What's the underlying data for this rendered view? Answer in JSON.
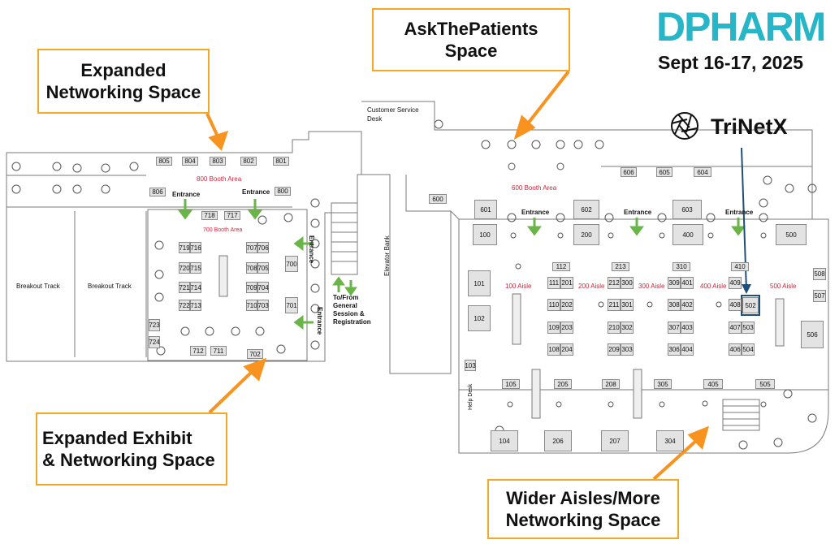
{
  "logo": {
    "brand": "DPHARM",
    "dates": "Sept 16-17, 2025",
    "sponsor": "TriNetX"
  },
  "callouts": [
    {
      "lines": [
        "Expanded",
        "Networking Space"
      ]
    },
    {
      "lines": [
        "AskThePatients",
        "Space"
      ]
    },
    {
      "lines": [
        "Expanded Exhibit",
        "& Networking Space"
      ]
    },
    {
      "lines": [
        "Wider Aisles/More",
        "Networking Space"
      ]
    }
  ],
  "rooms": {
    "breakout1": "Breakout Track",
    "breakout2": "Breakout Track",
    "customer_service": "Customer Service Desk",
    "elevator": "Elevator Bank",
    "general_session": [
      "To/From",
      "General",
      "Session &",
      "Registration"
    ],
    "help": "Help Desk"
  },
  "areas": {
    "a800": "800 Booth Area",
    "a700": "700 Booth Area",
    "a600": "600 Booth Area",
    "aisle100": "100 Aisle",
    "aisle200": "200 Aisle",
    "aisle300": "300 Aisle",
    "aisle400": "400 Aisle",
    "aisle500": "500 Aisle"
  },
  "entrances": {
    "e1": "Entrance",
    "e2": "Entrance",
    "e3": "Entrance",
    "e4": "Entrance",
    "e5": "Entrance",
    "e6": "Entrance",
    "e7": "Entrance"
  },
  "booths": {
    "b805": "805",
    "b804": "804",
    "b803": "803",
    "b802": "802",
    "b801": "801",
    "b806": "806",
    "b800": "800",
    "b718": "718",
    "b717": "717",
    "b719": "719",
    "b716": "716",
    "b720": "720",
    "b715": "715",
    "b721": "721",
    "b714": "714",
    "b722": "722",
    "b713": "713",
    "b707": "707",
    "b706": "706",
    "b708": "708",
    "b705": "705",
    "b709": "709",
    "b704": "704",
    "b710": "710",
    "b703": "703",
    "b700": "700",
    "b701": "701",
    "b723": "723",
    "b724": "724",
    "b712": "712",
    "b711": "711",
    "b702": "702",
    "b606": "606",
    "b605": "605",
    "b604": "604",
    "b600": "600",
    "b601": "601",
    "b602": "602",
    "b603": "603",
    "b100": "100",
    "b200": "200",
    "b400": "400",
    "b500": "500",
    "b112": "112",
    "b213": "213",
    "b310": "310",
    "b410": "410",
    "b101": "101",
    "b102": "102",
    "b103": "103",
    "b111": "111",
    "b201": "201",
    "b110": "110",
    "b202": "202",
    "b109": "109",
    "b203": "203",
    "b108": "108",
    "b204": "204",
    "b212": "212",
    "b300": "300",
    "b211": "211",
    "b301": "301",
    "b210": "210",
    "b302": "302",
    "b209": "209",
    "b303": "303",
    "b309": "309",
    "b401": "401",
    "b308": "308",
    "b402": "402",
    "b307": "307",
    "b403": "403",
    "b306": "306",
    "b404": "404",
    "b409": "409",
    "b408": "408",
    "b502": "502",
    "b407": "407",
    "b503": "503",
    "b406": "406",
    "b504": "504",
    "b508": "508",
    "b507": "507",
    "b506": "506",
    "b105": "105",
    "b205": "205",
    "b208": "208",
    "b305": "305",
    "b405": "405",
    "b505": "505",
    "b104": "104",
    "b206": "206",
    "b207": "207",
    "b304": "304"
  },
  "colors": {
    "callout_border": "#f5a623",
    "arrow_orange": "#f7931e",
    "arrow_green": "#6ab547",
    "area_red": "#d8233b",
    "highlight": "#1f4e79",
    "logo_teal": "#27b6c8"
  }
}
